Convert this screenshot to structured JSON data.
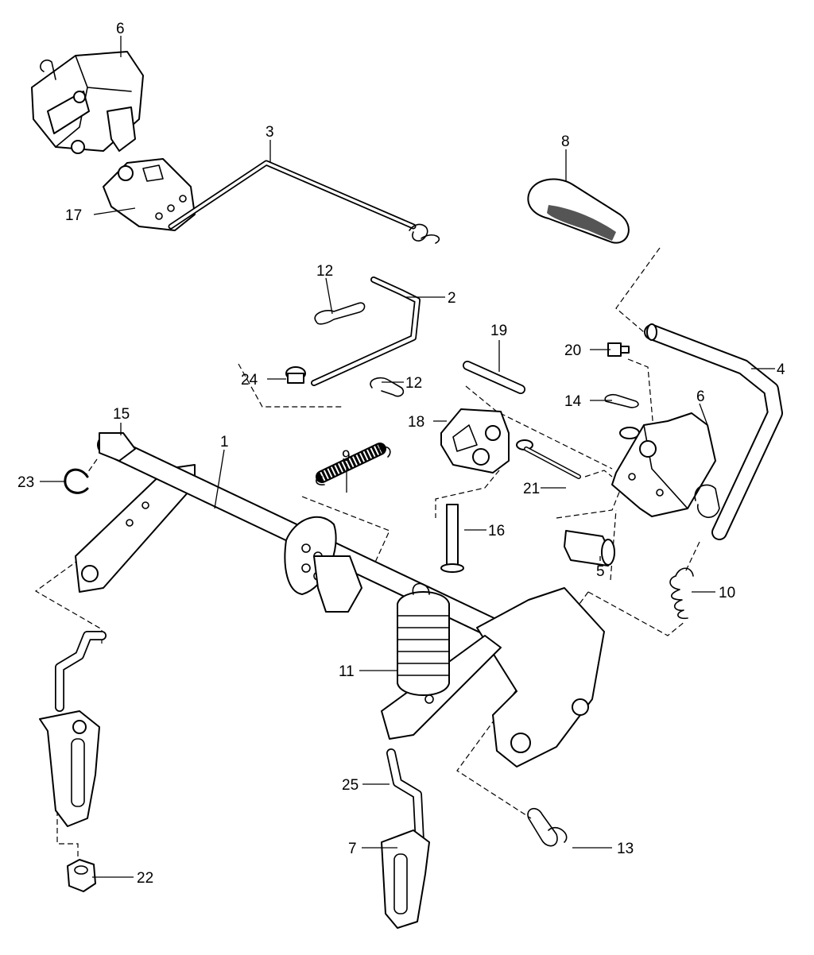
{
  "figure": {
    "type": "exploded-parts-diagram",
    "callouts": [
      {
        "id": "c1",
        "label": "1"
      },
      {
        "id": "c2",
        "label": "2"
      },
      {
        "id": "c3",
        "label": "3"
      },
      {
        "id": "c4",
        "label": "4"
      },
      {
        "id": "c5",
        "label": "5"
      },
      {
        "id": "c6a",
        "label": "6"
      },
      {
        "id": "c6b",
        "label": "6"
      },
      {
        "id": "c7",
        "label": "7"
      },
      {
        "id": "c8",
        "label": "8"
      },
      {
        "id": "c9",
        "label": "9"
      },
      {
        "id": "c10",
        "label": "10"
      },
      {
        "id": "c11",
        "label": "11"
      },
      {
        "id": "c12a",
        "label": "12"
      },
      {
        "id": "c12b",
        "label": "12"
      },
      {
        "id": "c13",
        "label": "13"
      },
      {
        "id": "c14",
        "label": "14"
      },
      {
        "id": "c15",
        "label": "15"
      },
      {
        "id": "c16",
        "label": "16"
      },
      {
        "id": "c17",
        "label": "17"
      },
      {
        "id": "c18",
        "label": "18"
      },
      {
        "id": "c19",
        "label": "19"
      },
      {
        "id": "c20",
        "label": "20"
      },
      {
        "id": "c21",
        "label": "21"
      },
      {
        "id": "c22",
        "label": "22"
      },
      {
        "id": "c23",
        "label": "23"
      },
      {
        "id": "c24",
        "label": "24"
      },
      {
        "id": "c25",
        "label": "25"
      }
    ]
  }
}
